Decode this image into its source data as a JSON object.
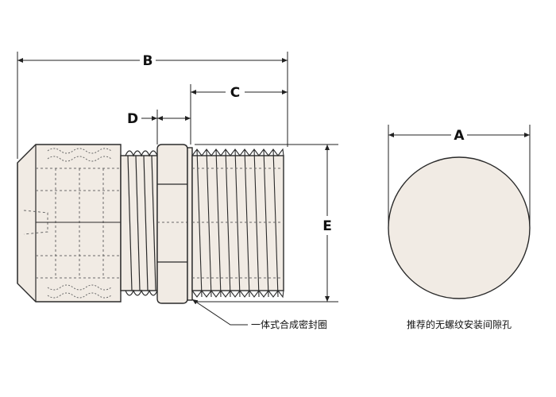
{
  "dimensions": {
    "a": "A",
    "b": "B",
    "c": "C",
    "d": "D",
    "e": "E"
  },
  "captions": {
    "seal": "一体式合成密封圈",
    "hole": "推荐的无螺纹安装间隙孔"
  },
  "colors": {
    "body_fill": "#f1ebe4",
    "outline": "#2a2a2a",
    "dotted": "#6a6a6a",
    "dimension": "#222222"
  }
}
